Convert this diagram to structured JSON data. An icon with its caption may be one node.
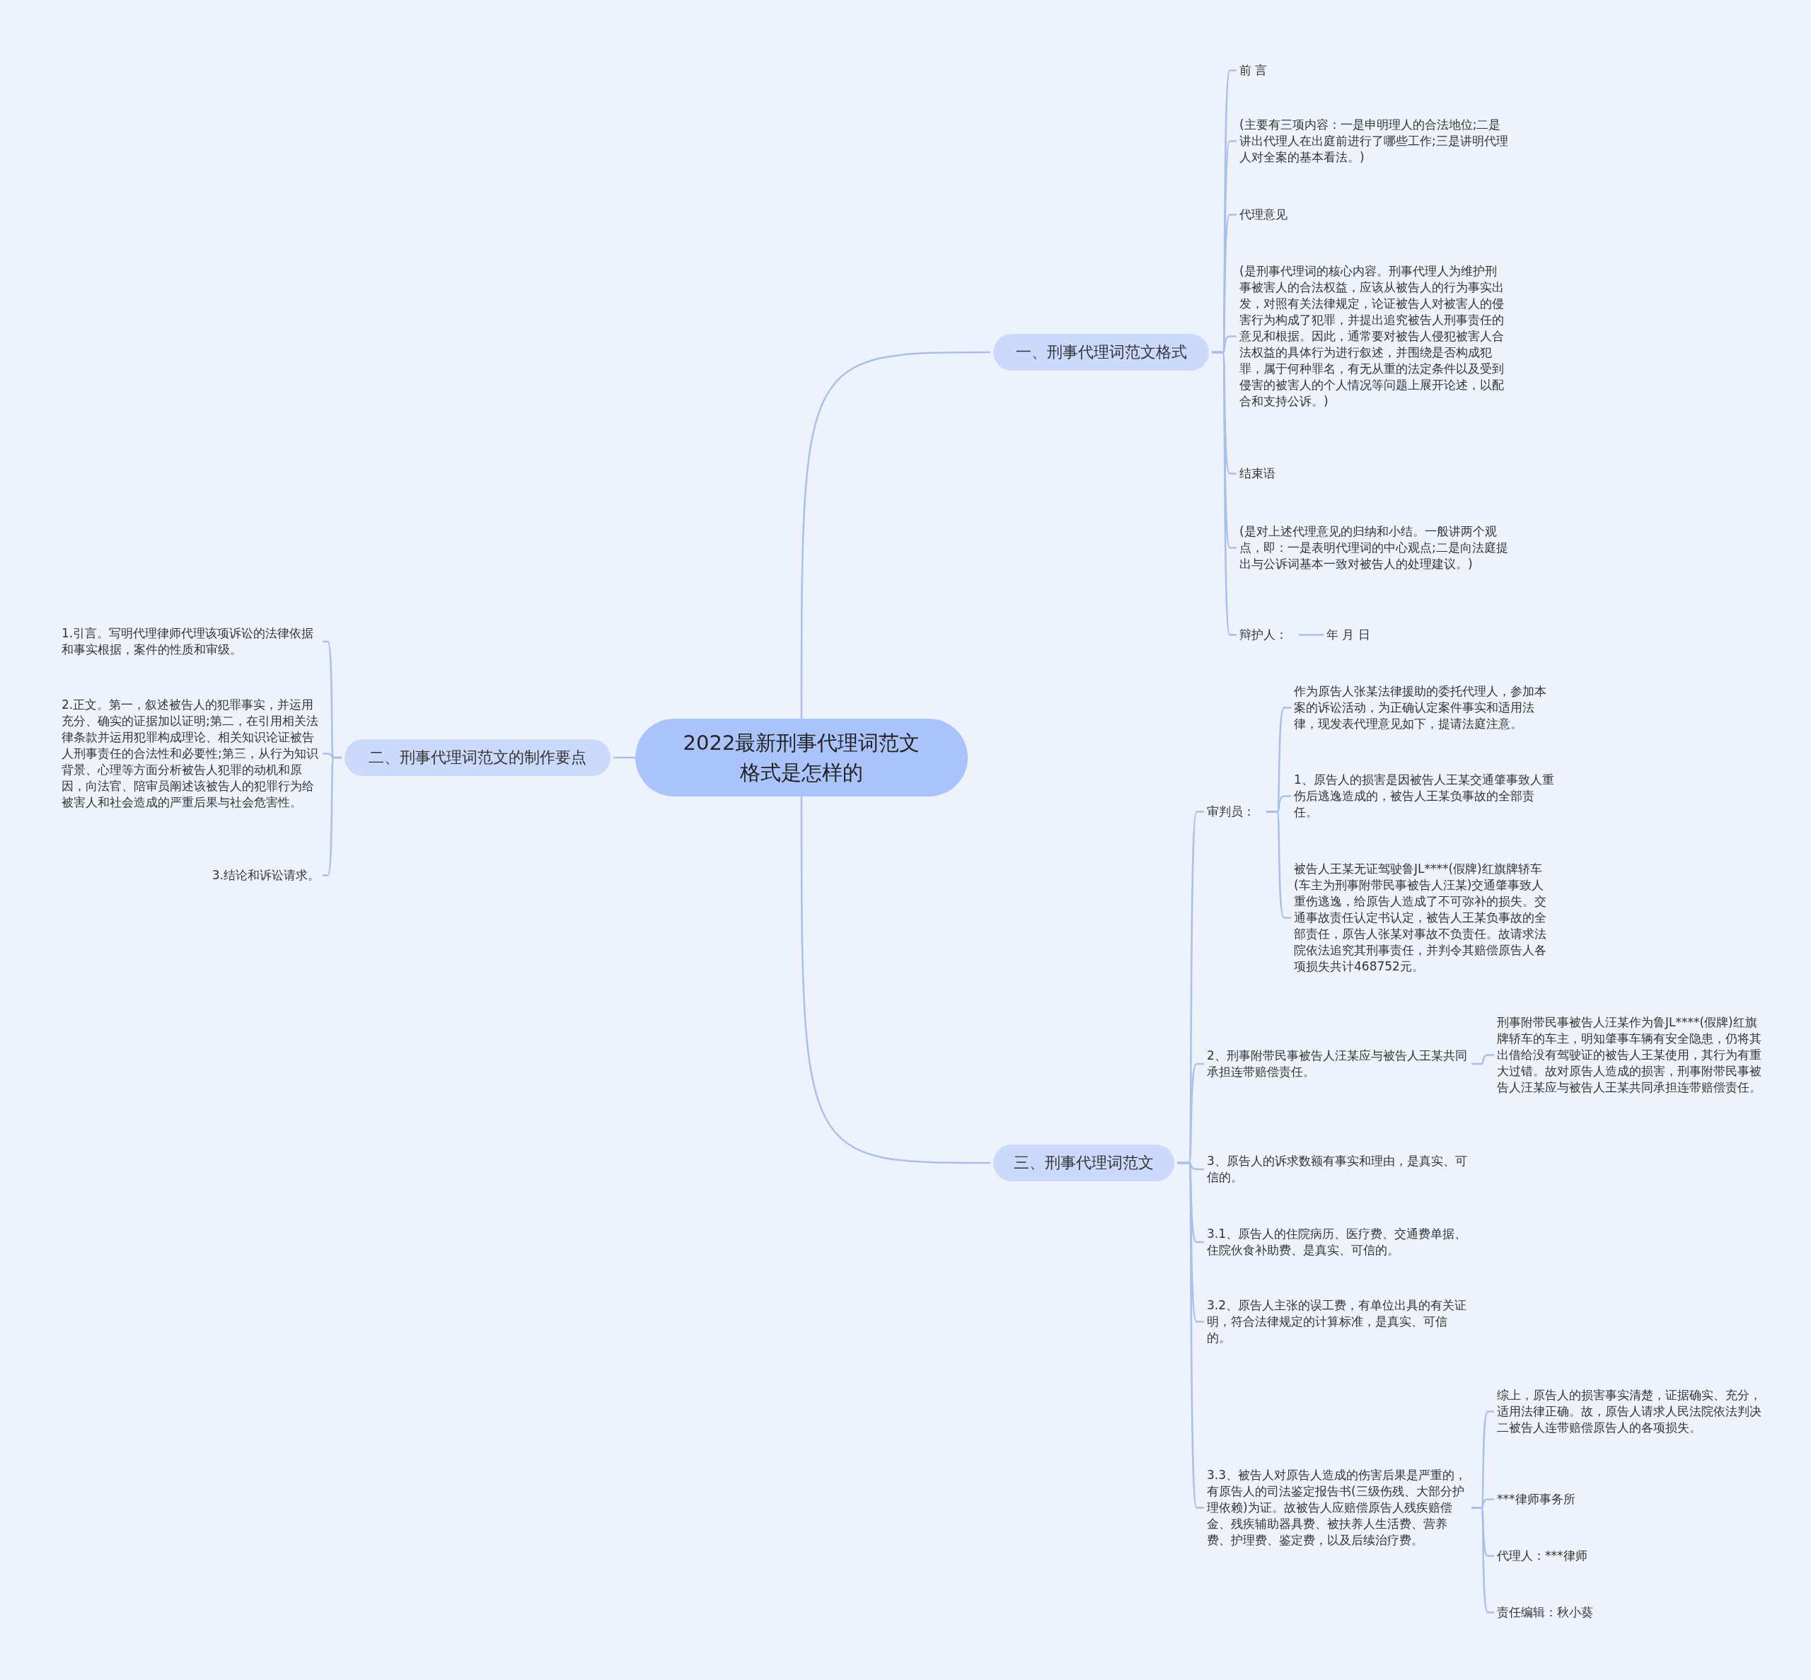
{
  "diagram": {
    "nodes": [
      {
        "text": [
          "2022最新刑事代理词范文格式是怎样的"
        ]
      },
      {
        "text": [
          "一、刑事代理词范文格式"
        ]
      },
      {
        "text": [
          "二、刑事代理词范文的制作要点"
        ]
      },
      {
        "text": [
          "三、刑事代理词范文"
        ]
      },
      {
        "text": [
          "前 言"
        ]
      },
      {
        "text": [
          "(主要有三项内容：一是申明理人的合法地位;二是讲出代理人在出庭前进行了哪些工作;三是讲明代理人对全案的基本看法。)"
        ]
      },
      {
        "text": [
          "代理意见"
        ]
      },
      {
        "text": [
          "(是刑事代理词的核心内容。刑事代理人为维护刑事被害人的合法权益，应该从被告人的行为事实出发，对照有关法律规定，论证被告人对被害人的侵害行为构成了犯罪，并提出追究被告人刑事责任的意见和根据。因此，通常要对被告人侵犯被害人合法权益的具体行为进行叙述，并围绕是否构成犯罪，属于何种罪名，有无从重的法定条件以及受到侵害的被害人的个人情况等问题上展开论述，以配合和支持公诉。)"
        ]
      },
      {
        "text": [
          "结束语"
        ]
      },
      {
        "text": [
          "(是对上述代理意见的归纳和小结。一般讲两个观点，即：一是表明代理词的中心观点;二是向法庭提出与公诉词基本一致对被告人的处理建议。)"
        ]
      },
      {
        "text": [
          "辩护人："
        ]
      },
      {
        "text": [
          "年 月 日"
        ]
      },
      {
        "text": [
          "审判员："
        ]
      },
      {
        "text": [
          "作为原告人张某法律援助的委托代理人，参加本案的诉讼活动，为正确认定案件事实和适用法律，现发表代理意见如下，提请法庭注意。"
        ]
      },
      {
        "text": [
          "1、原告人的损害是因被告人王某交通肇事致人重伤后逃逸造成的，被告人王某负事故的全部责任。"
        ]
      },
      {
        "text": [
          "被告人王某无证驾驶鲁JL****(假牌)红旗牌轿车(车主为刑事附带民事被告人汪某)交通肇事致人重伤逃逸，给原告人造成了不可弥补的损失。交通事故责任认定书认定，被告人王某负事故的全部责任，原告人张某对事故不负责任。故请求法院依法追究其刑事责任，并判令其赔偿原告人各项损失共计468752元。"
        ]
      },
      {
        "text": [
          "2、刑事附带民事被告人汪某应与被告人王某共同承担连带赔偿责任。"
        ]
      },
      {
        "text": [
          "刑事附带民事被告人汪某作为鲁JL****(假牌)红旗牌轿车的车主，明知肇事车辆有安全隐患，仍将其出借给没有驾驶证的被告人王某使用，其行为有重大过错。故对原告人造成的损害，刑事附带民事被告人汪某应与被告人王某共同承担连带赔偿责任。"
        ]
      },
      {
        "text": [
          "3、原告人的诉求数额有事实和理由，是真实、可信的。"
        ]
      },
      {
        "text": [
          "3.1、原告人的住院病历、医疗费、交通费单据、住院伙食补助费、是真实、可信的。"
        ]
      },
      {
        "text": [
          "3.2、原告人主张的误工费，有单位出具的有关证明，符合法律规定的计算标准，是真实、可信的。"
        ]
      },
      {
        "text": [
          "3.3、被告人对原告人造成的伤害后果是严重的，有原告人的司法鉴定报告书(三级伤残、大部分护理依赖)为证。故被告人应赔偿原告人残疾赔偿金、残疾辅助器具费、被扶养人生活费、营养费、护理费、鉴定费，以及后续治疗费。"
        ]
      },
      {
        "text": [
          "综上，原告人的损害事实清楚，证据确实、充分，适用法律正确。故，原告人请求人民法院依法判决二被告人连带赔偿原告人的各项损失。"
        ]
      },
      {
        "text": [
          "***律师事务所"
        ]
      },
      {
        "text": [
          "代理人：***律师"
        ]
      },
      {
        "text": [
          "责任编辑：秋小葵"
        ]
      },
      {
        "text": [
          "1.引言。写明代理律师代理该项诉讼的法律依据和事实根据，案件的性质和审级。"
        ]
      },
      {
        "text": [
          "2.正文。第一，叙述被告人的犯罪事实，并运用充分、确实的证据加以证明;第二，在引用相关法律条款并运用犯罪构成理论、相关知识论证被告人刑事责任的合法性和必要性;第三，从行为知识背景、心理等方面分析被告人犯罪的动机和原因，向法官、陪审员阐述该被告人的犯罪行为给被害人和社会造成的严重后果与社会危害性。"
        ]
      },
      {
        "text": [
          "3.结论和诉讼请求。"
        ]
      }
    ],
    "edges": [
      {
        "from": 0,
        "to": 1,
        "arrow": "none"
      },
      {
        "from": 0,
        "to": 2,
        "arrow": "none"
      },
      {
        "from": 0,
        "to": 3,
        "arrow": "none"
      },
      {
        "from": 1,
        "to": 4,
        "arrow": "none"
      },
      {
        "from": 1,
        "to": 5,
        "arrow": "none"
      },
      {
        "from": 1,
        "to": 6,
        "arrow": "none"
      },
      {
        "from": 1,
        "to": 7,
        "arrow": "none"
      },
      {
        "from": 1,
        "to": 8,
        "arrow": "none"
      },
      {
        "from": 1,
        "to": 9,
        "arrow": "none"
      },
      {
        "from": 1,
        "to": 10,
        "arrow": "none"
      },
      {
        "from": 10,
        "to": 11,
        "arrow": "none"
      },
      {
        "from": 3,
        "to": 12,
        "arrow": "none"
      },
      {
        "from": 12,
        "to": 13,
        "arrow": "none"
      },
      {
        "from": 12,
        "to": 14,
        "arrow": "none"
      },
      {
        "from": 12,
        "to": 15,
        "arrow": "none"
      },
      {
        "from": 3,
        "to": 16,
        "arrow": "none"
      },
      {
        "from": 16,
        "to": 17,
        "arrow": "none"
      },
      {
        "from": 3,
        "to": 18,
        "arrow": "none"
      },
      {
        "from": 3,
        "to": 19,
        "arrow": "none"
      },
      {
        "from": 3,
        "to": 20,
        "arrow": "none"
      },
      {
        "from": 3,
        "to": 21,
        "arrow": "none"
      },
      {
        "from": 21,
        "to": 22,
        "arrow": "none"
      },
      {
        "from": 21,
        "to": 23,
        "arrow": "none"
      },
      {
        "from": 21,
        "to": 24,
        "arrow": "none"
      },
      {
        "from": 21,
        "to": 25,
        "arrow": "none"
      },
      {
        "from": 2,
        "to": 26,
        "arrow": "none"
      },
      {
        "from": 2,
        "to": 27,
        "arrow": "none"
      },
      {
        "from": 2,
        "to": 28,
        "arrow": "none"
      }
    ]
  }
}
